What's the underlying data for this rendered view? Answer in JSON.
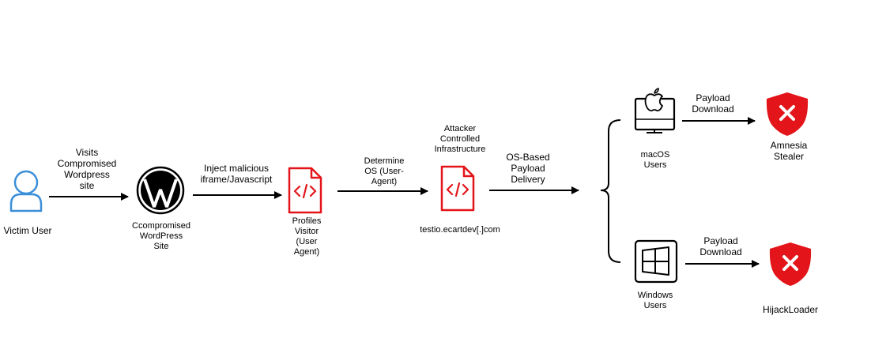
{
  "nodes": {
    "victim": {
      "label": "Victim User"
    },
    "wordpress": {
      "label": "Ccompromised\nWordPress\nSite"
    },
    "profiler": {
      "label": "Profiles\nVisitor\n(User\nAgent)"
    },
    "attacker": {
      "title": "Attacker\nControlled\nInfrastructure",
      "domain": "testio.ecartdev[.]com"
    },
    "macos": {
      "label": "macOS\nUsers"
    },
    "windows": {
      "label": "Windows\nUsers"
    },
    "amnesia": {
      "label": "Amnesia\nStealer"
    },
    "hijack": {
      "label": "HijackLoader"
    }
  },
  "edges": {
    "visits": "Visits\nCompromised\nWordpress\nsite",
    "inject": "Inject malicious\niframe/Javascript",
    "determine": "Determine\nOS (User-\nAgent)",
    "delivery": "OS-Based\nPayload\nDelivery",
    "payload_mac": "Payload\nDownload",
    "payload_win": "Payload\nDownload"
  },
  "colors": {
    "user_icon": "#3b8fd9",
    "code_file": "#e3151a",
    "shield": "#e3151a",
    "line": "#000000"
  },
  "icons": {
    "victim": "user-icon",
    "wordpress": "wordpress-logo-icon",
    "profiler": "code-file-icon",
    "attacker": "code-file-icon",
    "macos": "apple-monitor-icon",
    "windows": "windows-logo-icon",
    "amnesia": "shield-x-icon",
    "hijack": "shield-x-icon"
  }
}
